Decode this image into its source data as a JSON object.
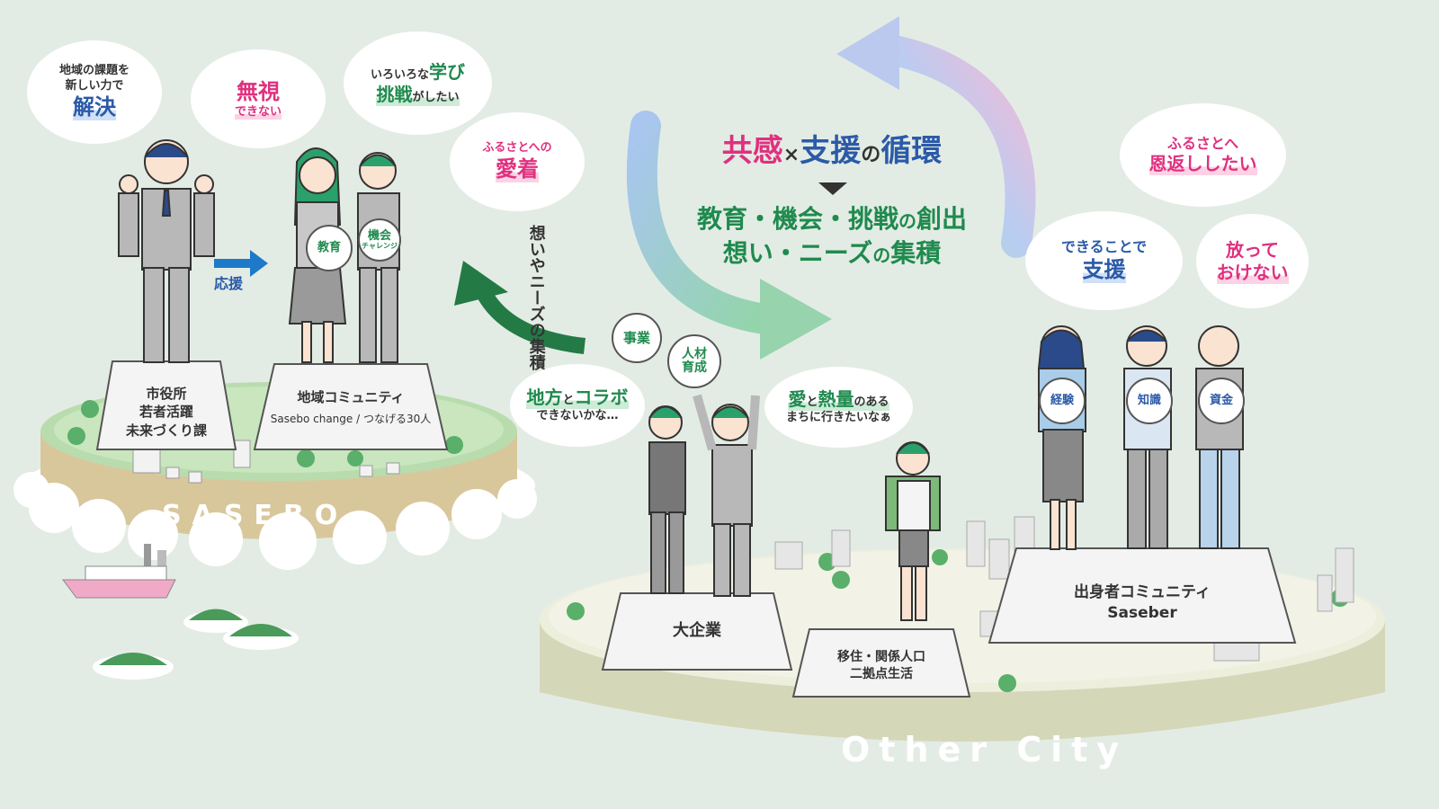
{
  "center": {
    "title_part1": "共感",
    "title_times": "×",
    "title_part2": "支援",
    "title_no": "の",
    "title_part3": "循環",
    "line2_a": "教育・機会・挑戦",
    "line2_b": "の",
    "line2_c": "創出",
    "line3_a": "想い・ニーズ",
    "line3_b": "の",
    "line3_c": "集積"
  },
  "left_arrow_label": [
    "想いや",
    "ニーズの",
    "集積"
  ],
  "sasebo": {
    "island_label": "SASEBO",
    "bubble_solve": {
      "line1": "地域の課題を",
      "line2": "新しい力で",
      "line3": "解決"
    },
    "bubble_ignore": {
      "line1": "無視",
      "line2": "できない"
    },
    "bubble_learn": {
      "line1a": "いろいろな",
      "line1b": "学び",
      "line2a": "挑戦",
      "line2b": "がしたい"
    },
    "bubble_love": {
      "line1": "ふるさとへの",
      "line2": "愛着"
    },
    "support_label": "応援",
    "ball_education": "教育",
    "ball_opportunity_1": "機会",
    "ball_opportunity_2": "チャレンジ",
    "pedestal_city": [
      "市役所",
      "若者活躍",
      "未来づくり課"
    ],
    "pedestal_community": {
      "line1": "地域コミュニティ",
      "line2": "Sasebo change / つなげる30人"
    }
  },
  "other_city": {
    "island_label": "Other City",
    "circle_business": "事業",
    "circle_talent": [
      "人材",
      "育成"
    ],
    "bubble_collab": {
      "line1a": "地方",
      "line1b": "と",
      "line1c": "コラボ",
      "line2": "できないかな…"
    },
    "bubble_love": {
      "line1a": "愛",
      "line1b": "と",
      "line1c": "熱量",
      "line1d": "のある",
      "line2": "まちに行きたいなぁ"
    },
    "bubble_repay": {
      "line1": "ふるさとへ",
      "line2": "恩返ししたい"
    },
    "bubble_support": {
      "line1": "できることで",
      "line2": "支援"
    },
    "bubble_cannot": {
      "line1": "放って",
      "line2": "おけない"
    },
    "ball_experience": "経験",
    "ball_knowledge": "知識",
    "ball_funds": "資金",
    "pedestal_company": "大企業",
    "pedestal_migration": [
      "移住・関係人口",
      "二拠点生活"
    ],
    "pedestal_alumni": [
      "出身者コミュニティ",
      "Saseber"
    ]
  },
  "colors": {
    "background": "#e3ece4",
    "blue": "#2b5aa8",
    "pink": "#e0307f",
    "green": "#1f8a4e",
    "dark_green_arrow": "#237a45"
  }
}
